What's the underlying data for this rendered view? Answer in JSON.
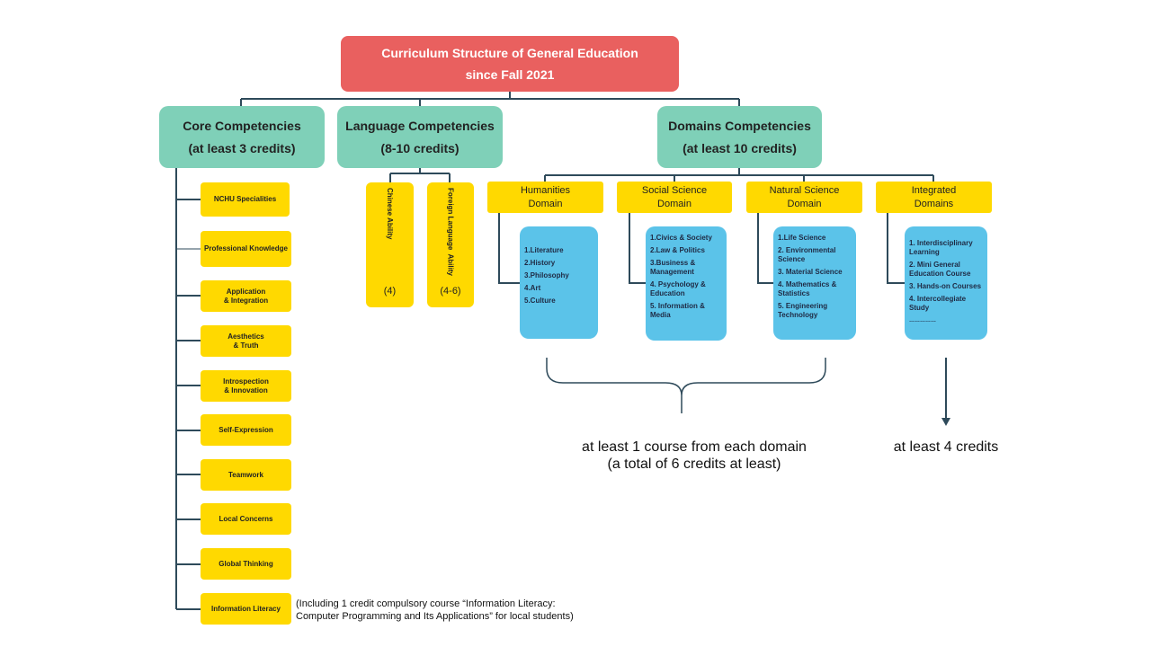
{
  "title": {
    "line1": "Curriculum Structure of General Education",
    "line2": "since Fall 2021"
  },
  "core": {
    "name": "Core Competencies",
    "credits": "(at least 3 credits)",
    "items": [
      "NCHU Specialities",
      "Professional Knowledge",
      "Application\n& Integration",
      "Aesthetics\n& Truth",
      "Introspection\n& Innovation",
      "Self-Expression",
      "Teamwork",
      "Local Concerns",
      "Global Thinking",
      "Information Literacy"
    ],
    "footnote": {
      "line1": "(Including 1 credit compulsory course “Information Literacy:",
      "line2": "Computer Programming and Its Applications” for local students)"
    }
  },
  "language": {
    "name": "Language Competencies",
    "credits": "(8-10 credits)",
    "items": [
      {
        "name": "Chinese Ability",
        "credits": "(4)"
      },
      {
        "name": "Foreign Language  Ability",
        "credits": "(4-6)"
      }
    ]
  },
  "domains": {
    "name": "Domains Competencies",
    "credits": "(at least 10 credits)",
    "groups": [
      {
        "name": "Humanities\nDomain",
        "courses": [
          "1.Literature",
          "2.History",
          "3.Philosophy",
          "4.Art",
          "5.Culture"
        ]
      },
      {
        "name": "Social Science\nDomain",
        "courses": [
          "1.Civics & Society",
          "2.Law & Politics",
          "3.Business &\nManagement",
          "4. Psychology &\nEducation",
          "5. Information &\nMedia"
        ]
      },
      {
        "name": "Natural Science\nDomain",
        "courses": [
          "1.Life Science",
          "2. Environmental\nScience",
          "3. Material Science",
          "4. Mathematics &\nStatistics",
          "5. Engineering\nTechnology"
        ]
      },
      {
        "name": "Integrated\nDomains",
        "courses": [
          "1. Interdisciplinary\nLearning",
          "2. Mini General\nEducation Course",
          "3. Hands-on Courses",
          "4. Intercollegiate\nStudy",
          "……………"
        ]
      }
    ],
    "note_each": {
      "line1": "at least 1 course from each domain",
      "line2": "(a total of 6 credits at least)"
    },
    "note_integrated": "at least 4 credits"
  },
  "colors": {
    "title": "#e9605f",
    "category": "#7fd0b8",
    "item": "#ffd900",
    "course_list": "#5bc3e9",
    "connector": "#2e4a5a"
  }
}
